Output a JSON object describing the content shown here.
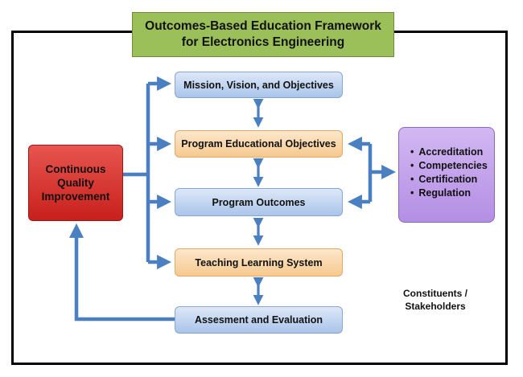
{
  "title": {
    "line1": "Outcomes-Based Education Framework",
    "line2": "for Electronics Engineering"
  },
  "boxes": {
    "mission": "Mission, Vision, and Objectives",
    "peo": "Program Educational Objectives",
    "po": "Program Outcomes",
    "tls": "Teaching Learning System",
    "assessment": "Assesment and Evaluation"
  },
  "cqi": {
    "line1": "Continuous",
    "line2": "Quality",
    "line3": "Improvement"
  },
  "requirements": [
    "Accreditation",
    "Competencies",
    "Certification",
    "Regulation"
  ],
  "stakeholders": {
    "line1": "Constituents /",
    "line2": "Stakeholders"
  },
  "colors": {
    "title_bg": "#9bc05a",
    "arrow": "#4a7fc1",
    "blue_box": "#aac4ea",
    "orange_box": "#f6c98f",
    "red_box": "#c8201c",
    "purple_box": "#b48ee4"
  }
}
